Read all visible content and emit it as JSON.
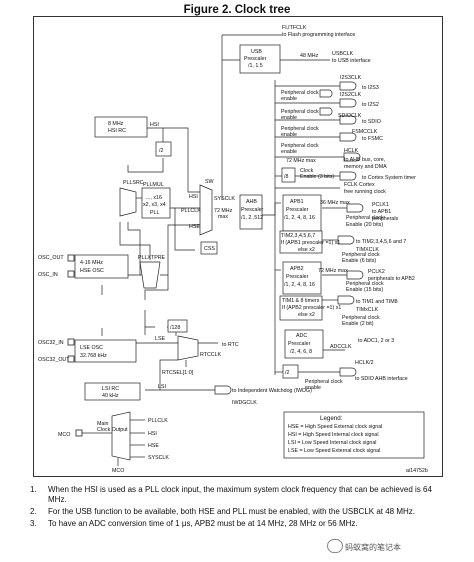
{
  "title": "Figure 2. Clock tree",
  "diagram": {
    "flitfclk": "FLITFCLK",
    "flash_if": "to Flash programming interface",
    "usb_box_1": "USB",
    "usb_box_2": "Prescaler",
    "usb_box_3": "/1, 1.5",
    "mhz48": "48 MHz",
    "usbclk": "USBCLK",
    "usb_if": "to USB interface",
    "i2s3clk": "I2S3CLK",
    "to_i2s3": "to I2S3",
    "i2s2clk": "I2S2CLK",
    "to_i2s2": "to I2S2",
    "pce_a": "Peripheral clock",
    "pce_b": "enable",
    "sdioclk": "SDIOCLK",
    "to_sdio": "to SDIO",
    "fsmcclk": "FSMCCLK",
    "to_fsmc": "to FSMC",
    "mhz72max": "72 MHz max",
    "hclk": "HCLK",
    "hclk_d1": "to AHB bus, core,",
    "hclk_d2": "memory and DMA",
    "clock_enable": "Clock",
    "clock_enable_b": "Enable (3 bits)",
    "div8": "/8",
    "cortex_sys": "to Cortex System timer",
    "fclk": "FCLK Cortex",
    "fclk_b": "free running clock",
    "hsi_1": "8 MHz",
    "hsi_2": "HSI RC",
    "hsi": "HSI",
    "div2": "/2",
    "sw": "SW",
    "sysclk": "SYSCLK",
    "mhz72max_b": "72 MHz",
    "max": "max",
    "ahb_1": "AHB",
    "ahb_2": "Prescaler",
    "ahb_3": "/1, 2..512",
    "apb1_1": "APB1",
    "apb1_2": "Prescaler",
    "apb1_3": "/1, 2, 4, 8, 16",
    "mhz36max": "36 MHz max",
    "pclk1": "PCLK1",
    "pclk1_d1": "to APB1",
    "pclk1_d2": "peripherals",
    "pce_20": "Enable (20 bits)",
    "pllsrc": "PLLSRC",
    "pllmul_1": "PLLMUL",
    "pllmul_2": "..., x16",
    "pllmul_3": "x2, x3, x4",
    "pllmul_4": "PLL",
    "hsi_pll": "HSI",
    "pllclk": "PLLCLK",
    "hse_pll": "HSE",
    "tim_234_1": "TIM2,3,4,5,6,7",
    "tim_234_2": "If (APB1 prescaler =1) x1",
    "tim_234_3": "else x2",
    "tim_234_to": "to TIM2,3,4,5,6 and 7",
    "timxclk": "TIMXCLK",
    "pce_6": "Enable (6 bits)",
    "css": "CSS",
    "apb2_1": "APB2",
    "apb2_2": "Prescaler",
    "apb2_3": "/1, 2, 4, 8, 16",
    "mhz72max_c": "72 MHz max",
    "pclk2": "PCLK2",
    "pclk2_to": "peripherals to APB2",
    "pce_15": "Enable (15 bits)",
    "pllxtpre": "PLLXTPRE",
    "osc_out": "OSC_OUT",
    "osc_in": "OSC_IN",
    "hse_1": "4-16 MHz",
    "hse_2": "HSE OSC",
    "tim18_1": "TIM1 & 8 timers",
    "tim18_2": "If (APB2 prescaler =1) x1",
    "tim18_3": "else x2",
    "tim18_to": "to TIM1 and TIM8",
    "timxclk2": "TIMxCLK",
    "pce_2": "Enable (2 bit)",
    "osc32_in": "OSC32_IN",
    "osc32_out": "OSC32_OUT",
    "div128": "/128",
    "lse_osc_1": "LSE OSC",
    "lse_osc_2": "32.768 kHz",
    "lse": "LSE",
    "to_rtc": "to RTC",
    "rtcclk": "RTCCLK",
    "rtcsel": "RTCSEL[1:0]",
    "adc_1": "ADC",
    "adc_2": "Prescaler",
    "adc_3": "/2, 4, 6, 8",
    "adcclk": "ADCCLK",
    "to_adc": "to ADC1, 2 or 3",
    "hclk2": "HCLK/2",
    "to_sdio_ahb": "to SDIO AHB interface",
    "lsi_1": "LSI RC",
    "lsi_2": "40 kHz",
    "lsi": "LSI",
    "iwdg": "to Independent Watchdog (IWDG)",
    "iwdgclk": "IWDGCLK",
    "mco_main_1": "Main",
    "mco_main_2": "Clock Output",
    "mco_pllclk": "PLLCLK",
    "mco_hsi": "HSI",
    "mco_hse": "HSE",
    "mco_sysclk": "SYSCLK",
    "mco": "MCO",
    "mco_gate": "MCO",
    "legend_title": "Legend:",
    "legend_1": "HSE = High Speed External clock signal",
    "legend_2": "HSI = High Speed Internal clock signal",
    "legend_3": "LSI = Low Speed Internal clock signal",
    "legend_4": "LSE = Low Speed External clock signal",
    "figure_id": "ai14752b"
  },
  "notes": [
    {
      "num": "1.",
      "text": "When the HSI is used as a PLL clock input, the maximum system clock frequency that can be achieved is 64 MHz."
    },
    {
      "num": "2.",
      "text": "For the USB function to be available, both HSE and PLL must be enabled, with the USBCLK at 48 MHz."
    },
    {
      "num": "3.",
      "text": "To have an ADC conversion time of 1 μs, APB2 must be at 14 MHz, 28 MHz or 56 MHz."
    }
  ],
  "watermark": "蚂蚁窝的笔记本"
}
